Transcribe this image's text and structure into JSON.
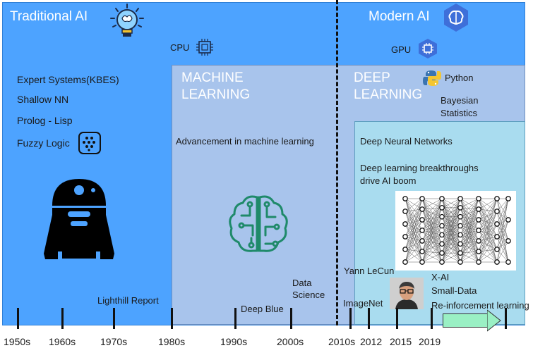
{
  "sections": {
    "traditional": {
      "title": "Traditional AI",
      "items": [
        "Expert Systems(KBES)",
        "Shallow NN",
        "Prolog - Lisp",
        "Fuzzy Logic"
      ]
    },
    "modern": {
      "title": "Modern AI"
    },
    "ml": {
      "title_line1": "MACHINE",
      "title_line2": "LEARNING",
      "note": "Advancement in machine learning"
    },
    "dl": {
      "title_line1": "DEEP",
      "title_line2": "LEARNING",
      "python": "Python",
      "bayes_line1": "Bayesian",
      "bayes_line2": "Statistics",
      "note1": "Deep Neural Networks",
      "note2_line1": "Deep learning breakthroughs",
      "note2_line2": "drive AI boom"
    }
  },
  "hardware": {
    "cpu": "CPU",
    "gpu": "GPU"
  },
  "events": {
    "lighthill": "Lighthill Report",
    "deep_blue": "Deep Blue",
    "data_science_line1": "Data",
    "data_science_line2": "Science",
    "lecun": "Yann LeCun",
    "imagenet": "ImageNet",
    "xai": "X-AI",
    "small_data": "Small-Data",
    "reinforcement": "Re-inforcement learning"
  },
  "timeline": [
    "1950s",
    "1960s",
    "1970s",
    "1980s",
    "1990s",
    "2000s",
    "2010s",
    "2012",
    "2015",
    "2019"
  ],
  "icons": [
    "lightbulb-brain-icon",
    "cpu-chip-icon",
    "gpu-chip-icon",
    "brain-circuit-icon",
    "python-logo-icon",
    "fuzzy-dots-icon",
    "robot-icon",
    "neural-network-icon",
    "person-photo-icon",
    "right-arrow-icon"
  ],
  "colors": {
    "traditional_bg": "#4da3ff",
    "ml_bg": "#a8c4ec",
    "dl_bg": "#a9dcef",
    "brain_green": "#1f8a6a",
    "arrow": "#9af0c4"
  }
}
